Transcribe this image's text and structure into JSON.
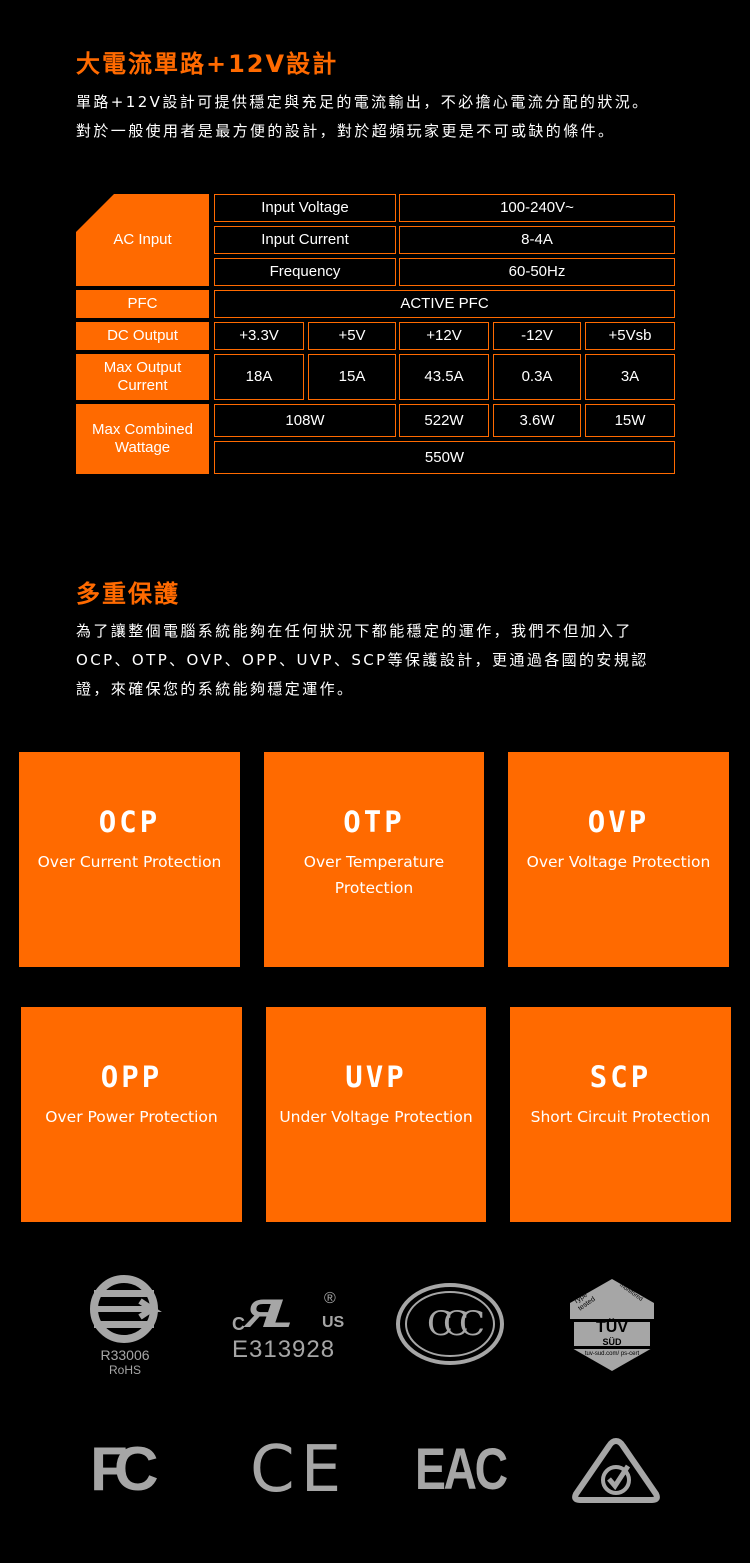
{
  "section1": {
    "title": "大電流單路+12V設計",
    "body": "單路+12V設計可提供穩定與充足的電流輸出，不必擔心電流分配的狀況。對於一般使用者是最方便的設計，對於超頻玩家更是不可或缺的條件。"
  },
  "spec_table": {
    "ac_input": "AC Input",
    "input_voltage_label": "Input Voltage",
    "input_voltage_value": "100-240V~",
    "input_current_label": "Input Current",
    "input_current_value": "8-4A",
    "frequency_label": "Frequency",
    "frequency_value": "60-50Hz",
    "pfc_label": "PFC",
    "pfc_value": "ACTIVE PFC",
    "dc_output_label": "DC Output",
    "rails": [
      "+3.3V",
      "+5V",
      "+12V",
      "-12V",
      "+5Vsb"
    ],
    "max_output_label": "Max Output Current",
    "currents": [
      "18A",
      "15A",
      "43.5A",
      "0.3A",
      "3A"
    ],
    "max_combined_label": "Max Combined Wattage",
    "combined": [
      "108W",
      "522W",
      "3.6W",
      "15W"
    ],
    "total": "550W"
  },
  "section2": {
    "title": "多重保護",
    "body": "為了讓整個電腦系統能夠在任何狀況下都能穩定的運作，我們不但加入了OCP、OTP、OVP、OPP、UVP、SCP等保護設計，更通過各國的安規認證，來確保您的系統能夠穩定運作。"
  },
  "protections": [
    {
      "abbr": "OCP",
      "desc": "Over Current Protection"
    },
    {
      "abbr": "OTP",
      "desc": "Over Temperature Protection"
    },
    {
      "abbr": "OVP",
      "desc": "Over Voltage Protection"
    },
    {
      "abbr": "OPP",
      "desc": "Over Power Protection"
    },
    {
      "abbr": "UVP",
      "desc": "Under Voltage Protection"
    },
    {
      "abbr": "SCP",
      "desc": "Short Circuit Protection"
    }
  ],
  "certifications": {
    "bsmi_code": "R33006",
    "bsmi_sub": "RoHS",
    "ul_c": "C",
    "ul_us": "US",
    "ul_reg": "®",
    "ul_file": "E313928",
    "ccc": "CCC",
    "tuv_type": "Type tested",
    "tuv_prod": "production monitored",
    "tuv_name": "TÜV",
    "tuv_sud": "SÜD",
    "tuv_url": "tuv-sud.com/ ps-cert",
    "fcc": "FC",
    "ce": "CE",
    "eac": "EAC"
  },
  "colors": {
    "accent": "#ff6a00",
    "background": "#000000",
    "logo_gray": "#a6a6a6"
  }
}
